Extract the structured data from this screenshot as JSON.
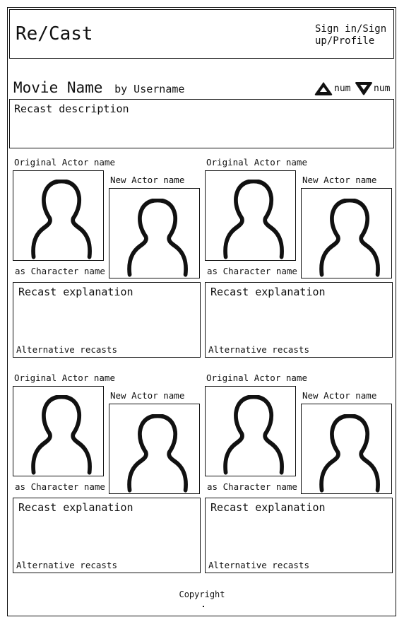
{
  "header": {
    "brand": "Re/Cast",
    "auth_link": "Sign in/Sign up/Profile"
  },
  "movie": {
    "title": "Movie Name",
    "by": "by Username",
    "upvote_icon": "triangle-up-icon",
    "upvote_count": "num",
    "downvote_icon": "triangle-down-icon",
    "downvote_count": "num",
    "description": "Recast description"
  },
  "recasts": [
    {
      "original_actor": "Original Actor name",
      "new_actor": "New Actor name",
      "character": "as Character name",
      "explanation": "Recast explanation",
      "alternatives": "Alternative recasts"
    },
    {
      "original_actor": "Original Actor name",
      "new_actor": "New Actor name",
      "character": "as Character name",
      "explanation": "Recast explanation",
      "alternatives": "Alternative recasts"
    },
    {
      "original_actor": "Original Actor name",
      "new_actor": "New Actor name",
      "character": "as Character name",
      "explanation": "Recast explanation",
      "alternatives": "Alternative recasts"
    },
    {
      "original_actor": "Original Actor name",
      "new_actor": "New Actor name",
      "character": "as Character name",
      "explanation": "Recast explanation",
      "alternatives": "Alternative recasts"
    }
  ],
  "footer": {
    "copyright": "Copyright"
  }
}
